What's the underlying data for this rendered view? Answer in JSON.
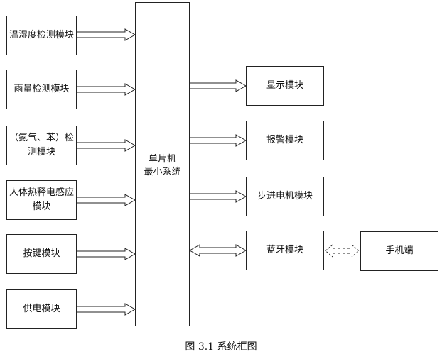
{
  "diagram": {
    "input_modules": [
      "温湿度检测模块",
      "雨量检测模块",
      "（氨气、苯）检测模块",
      "人体热释电感应模块",
      "按键模块",
      "供电模块"
    ],
    "mcu_line1": "单片机",
    "mcu_line2": "最小系统",
    "output_modules": [
      "显示模块",
      "报警模块",
      "步进电机模块",
      "蓝牙模块"
    ],
    "phone": "手机端",
    "caption": "图 3.1  系统框图"
  }
}
